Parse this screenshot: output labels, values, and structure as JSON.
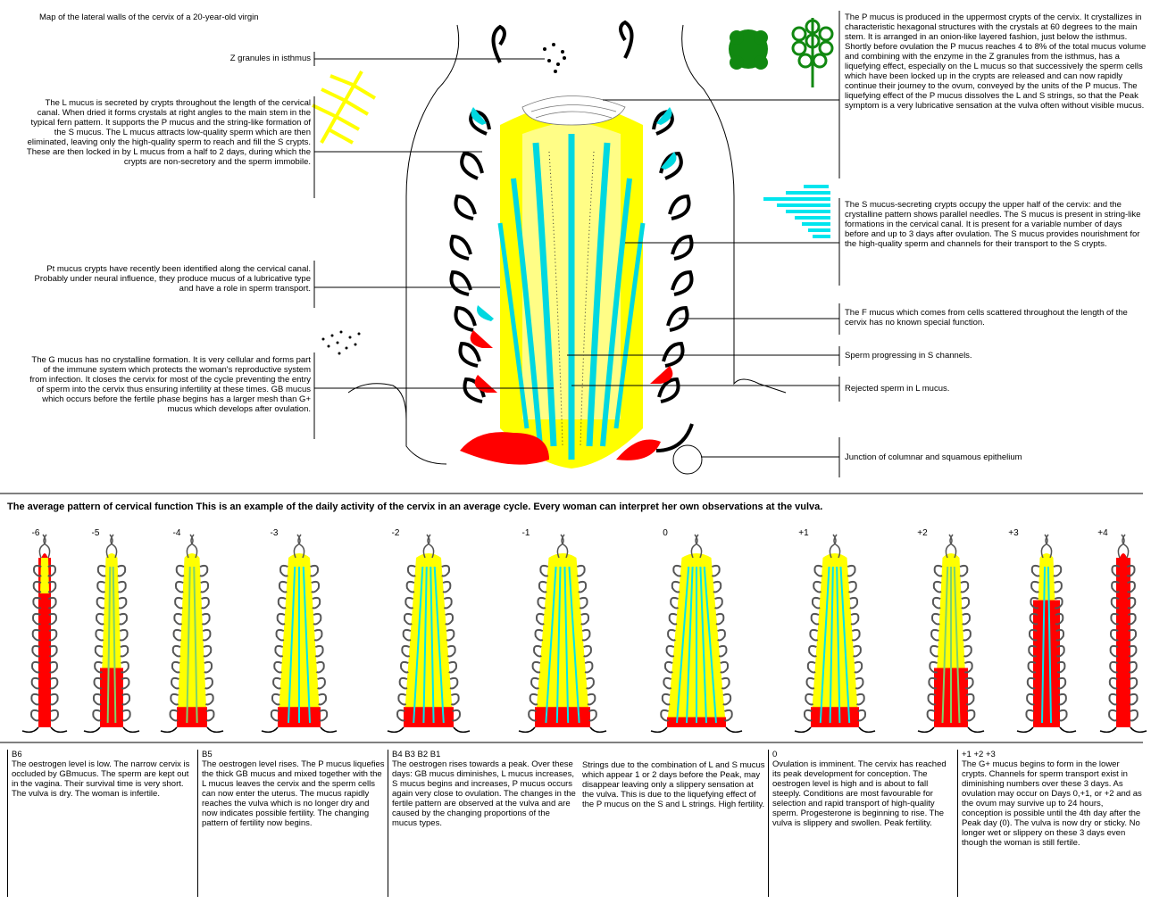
{
  "top": {
    "map_title": "Map of the lateral walls of the cervix of a 20-year-old virgin",
    "left_labels": {
      "z_granules": "Z granules in isthmus",
      "l_mucus": "The L mucus is secreted by crypts throughout the length of the cervical canal. When dried it forms crystals at right angles to the main stem in the typical fern pattern. It supports the P mucus and the string-like formation of the S mucus. The L mucus attracts low-quality sperm which are then eliminated, leaving only the high-quality sperm to reach and fill the S crypts. These are then locked in by L mucus from a half to 2 days, during which the crypts are non-secretory and the sperm immobile.",
      "pt_mucus": "Pt mucus crypts have recently been identified along the cervical canal. Probably under neural influence, they produce mucus of a lubricative type and have a role in sperm transport.",
      "g_mucus": "The G mucus has no crystalline formation. It is very cellular and forms part of the immune system which protects the woman's reproductive system from infection. It closes the cervix for most of the cycle preventing the entry of sperm into the cervix thus ensuring infertility at these times. GB mucus which occurs before the fertile phase begins has a larger mesh than G+ mucus which develops after ovulation."
    },
    "right_labels": {
      "p_mucus": "The P mucus is produced in the uppermost crypts of the cervix. It crystallizes in characteristic hexagonal structures with the crystals at 60 degrees to the main stem. It is arranged in an onion-like layered fashion, just below the isthmus. Shortly before ovulation the P mucus reaches 4 to 8% of the total mucus volume and combining with the enzyme in the Z granules from the isthmus, has a liquefying effect, especially on the L mucus so that successively the sperm cells which have been locked up in the crypts are released and can now rapidly continue their journey to the ovum, conveyed by the units of the P mucus. The liquefying effect of the P mucus dissolves the L and S strings, so that the Peak symptom is a very lubricative sensation at the vulva often without visible mucus.",
      "s_mucus": "The S mucus-secreting crypts occupy the upper half of the cervix: and the crystalline pattern shows parallel needles. The S mucus is present in string-like formations in the cervical canal. It is present for a variable number of days before and up to 3 days after ovulation. The S mucus provides nourishment for the high-quality sperm and channels for their transport to the S crypts.",
      "f_mucus": "The F mucus which comes from cells scattered throughout the length of the cervix has no known special function.",
      "sperm_s": "Sperm progressing in S channels.",
      "sperm_l": "Rejected sperm in L mucus.",
      "junction": "Junction of columnar and squamous epithelium"
    }
  },
  "bottom": {
    "heading": "The average pattern of cervical function This is an example of the daily activity of the cervix in an average cycle. Every woman can interpret her own observations at the vulva.",
    "day_labels": [
      "-6",
      "-5",
      "-4",
      "-3",
      "-2",
      "-1",
      "0",
      "+1",
      "+2",
      "+3",
      "+4"
    ],
    "boxes": [
      {
        "head": "B6",
        "text": "The oestrogen level is low. The narrow cervix is occluded by GBmucus. The sperm are kept out in the vagina. Their survival time is very short. The vulva is dry. The woman is infertile."
      },
      {
        "head": "B5",
        "text": "The oestrogen level rises. The P mucus liquefies the thick GB mucus and mixed together with the L mucus leaves the cervix and the sperm cells can now enter the uterus. The mucus rapidly reaches the vulva which is no longer dry and now indicates possible fertility. The changing pattern of fertility now begins."
      },
      {
        "head": "B4 B3 B2 B1",
        "text": "The oestrogen rises towards a peak. Over these days: GB mucus diminishes, L mucus increases, S mucus begins and increases, P mucus occurs again very close to ovulation. The changes in the fertile pattern are observed at the vulva and are caused by the changing proportions of the mucus types."
      },
      {
        "head": "",
        "text": "Strings due to the combination of L and S mucus which appear 1 or 2 days before the Peak, may disappear leaving only a slippery sensation at the vulva. This is due to the liquefying effect of the P mucus on the S and L strings. High fertility."
      },
      {
        "head": "0",
        "text": "Ovulation is imminent. The cervix has reached its peak development for conception. The oestrogen level is high and is about to fall steeply. Conditions are most favourable for selection and rapid transport of high-quality sperm. Progesterone is beginning to rise. The vulva is slippery and swollen. Peak fertility."
      },
      {
        "head": "+1 +2 +3",
        "text": "The G+ mucus begins to form in the lower crypts. Channels for sperm transport exist in diminishing numbers over these 3 days. As ovulation may occur on Days 0,+1, or +2 and as the ovum may survive up to 24 hours, conception is possible until the 4th day after the Peak day (0). The vulva is now dry or sticky. No longer wet or slippery on these 3 days even though the woman is still fertile."
      }
    ]
  },
  "colors": {
    "yellow": "#ffff00",
    "cyan": "#00e5ee",
    "red": "#ff0000",
    "green": "#118811",
    "black": "#000000"
  },
  "strips": [
    {
      "phase": "red-dominant"
    },
    {
      "phase": "yellow-red"
    },
    {
      "phase": "yellow"
    },
    {
      "phase": "yellow-cyan"
    },
    {
      "phase": "yellow-cyan"
    },
    {
      "phase": "yellow-cyan"
    },
    {
      "phase": "cyan-peak"
    },
    {
      "phase": "yellow-cyan"
    },
    {
      "phase": "yellow-red"
    },
    {
      "phase": "red-yellow"
    },
    {
      "phase": "red-dominant"
    }
  ]
}
